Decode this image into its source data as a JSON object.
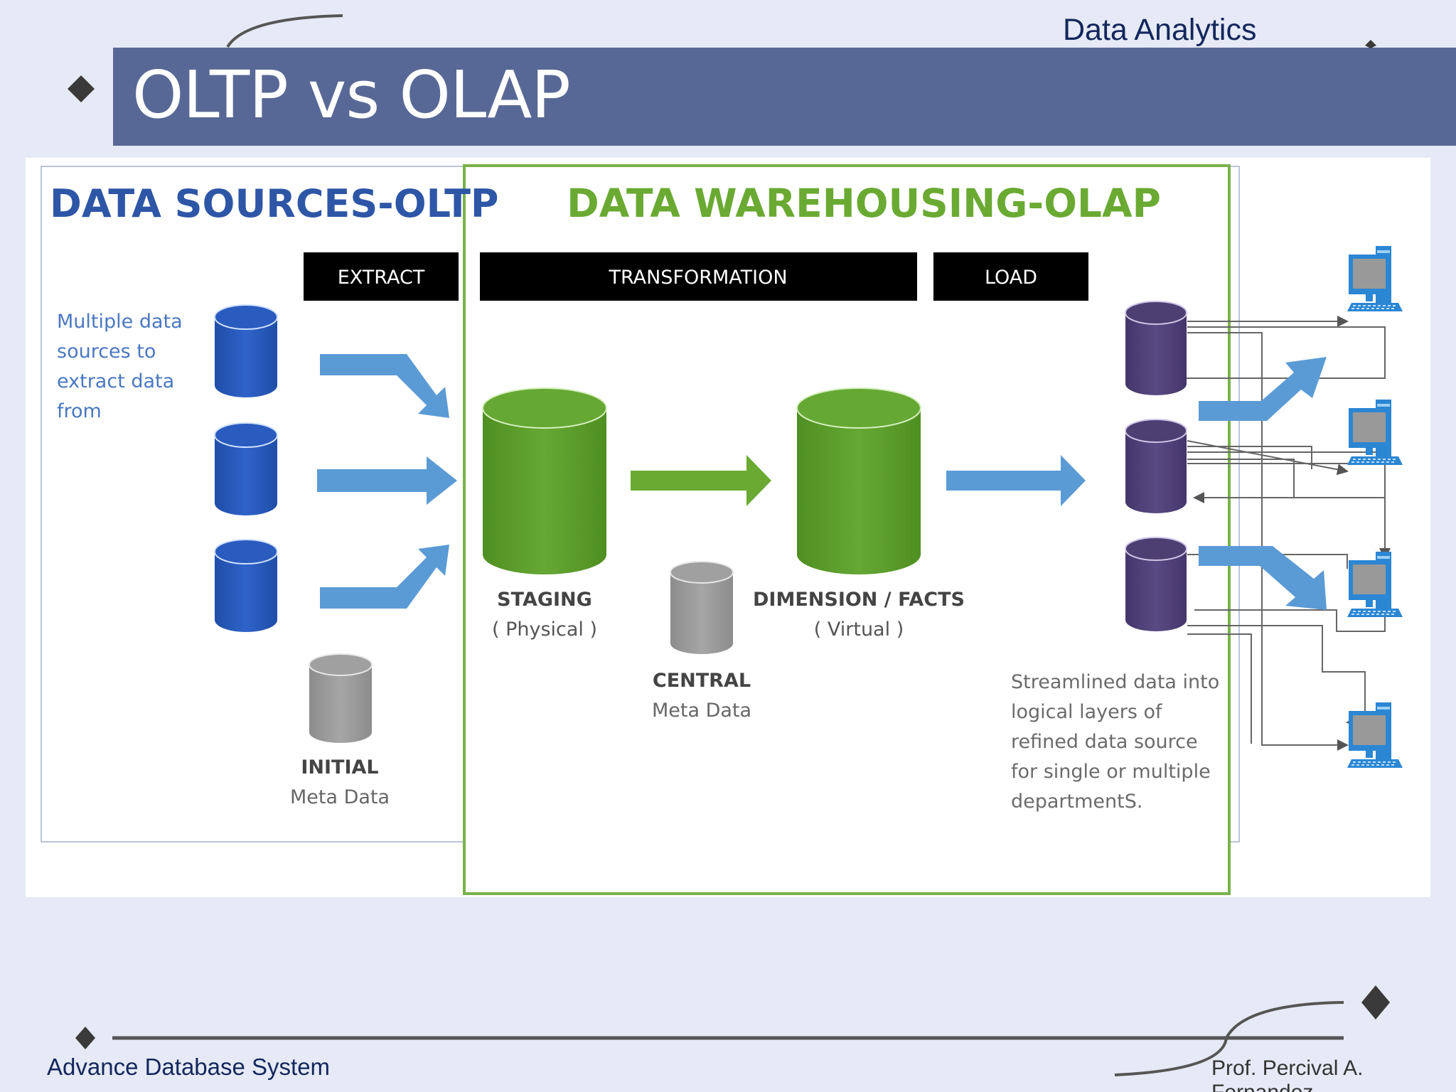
{
  "slide": {
    "course_label": "Data Analytics",
    "title": "OLTP vs OLAP",
    "footer_left": "Advance Database System",
    "footer_right": "Prof. Percival A. Fernandez"
  },
  "diagram": {
    "sources_heading": "DATA SOURCES-OLTP",
    "warehouse_heading": "DATA WAREHOUSING-OLAP",
    "stages": {
      "extract": "EXTRACT",
      "transformation": "TRANSFORMATION",
      "load": "LOAD"
    },
    "sources_note": [
      "Multiple data",
      "sources to",
      "extract data",
      "from"
    ],
    "initial": {
      "title": "INITIAL",
      "subtitle": "Meta Data"
    },
    "staging": {
      "title": "STAGING",
      "subtitle": "( Physical )"
    },
    "central": {
      "title": "CENTRAL",
      "subtitle": "Meta Data"
    },
    "dimension": {
      "title": "DIMENSION / FACTS",
      "subtitle": "( Virtual )"
    },
    "streamlined_note": [
      "Streamlined data into",
      "logical layers of",
      "refined data source",
      "for single or multiple",
      "departmentS."
    ]
  },
  "colors": {
    "title_band": "#586896",
    "source_db": "#2a5bbf",
    "warehouse_db": "#5e9d2e",
    "meta_db": "#9a9a9a",
    "mart_db": "#4e3f73",
    "arrow_blue": "#5b9bd5",
    "arrow_green": "#6aaa33",
    "stage_bar": "#000000"
  },
  "icons": [
    "cylinder-database-icon",
    "desktop-computer-icon",
    "diamond-icon"
  ]
}
